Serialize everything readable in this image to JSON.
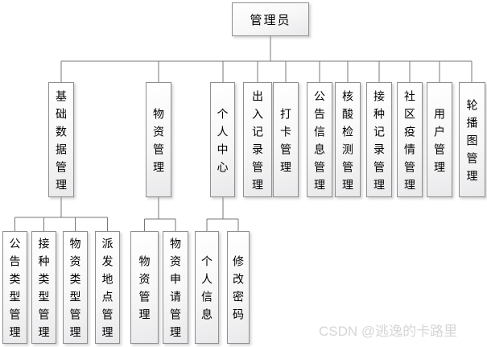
{
  "diagram_type": "org-tree",
  "tree": {
    "root": {
      "label": "管理员"
    },
    "children": [
      {
        "label": "基础数据管理",
        "children": [
          {
            "label": "公告类型管理"
          },
          {
            "label": "接种类型管理"
          },
          {
            "label": "物资类型管理"
          },
          {
            "label": "派发地点管理"
          }
        ]
      },
      {
        "label": "物资管理",
        "children": [
          {
            "label": "物资管理"
          },
          {
            "label": "物资申请管理"
          }
        ]
      },
      {
        "label": "个人中心",
        "children": [
          {
            "label": "个人信息"
          },
          {
            "label": "修改密码"
          }
        ]
      },
      {
        "label": "出入记录管理"
      },
      {
        "label": "打卡管理"
      },
      {
        "label": "公告信息管理"
      },
      {
        "label": "核酸检测管理"
      },
      {
        "label": "接种记录管理"
      },
      {
        "label": "社区疫情管理"
      },
      {
        "label": "用户管理"
      },
      {
        "label": "轮播图管理"
      }
    ]
  },
  "watermark": {
    "text": "CSDN @逃逸的卡路里"
  },
  "colors": {
    "background": "#ffffff",
    "node_border": "#8f8f8f",
    "node_fill_top": "#ffffff",
    "node_fill_bottom": "#e9e9eb",
    "connector": "#777777",
    "text": "#000000",
    "watermark_text": "#d6d6d6"
  }
}
